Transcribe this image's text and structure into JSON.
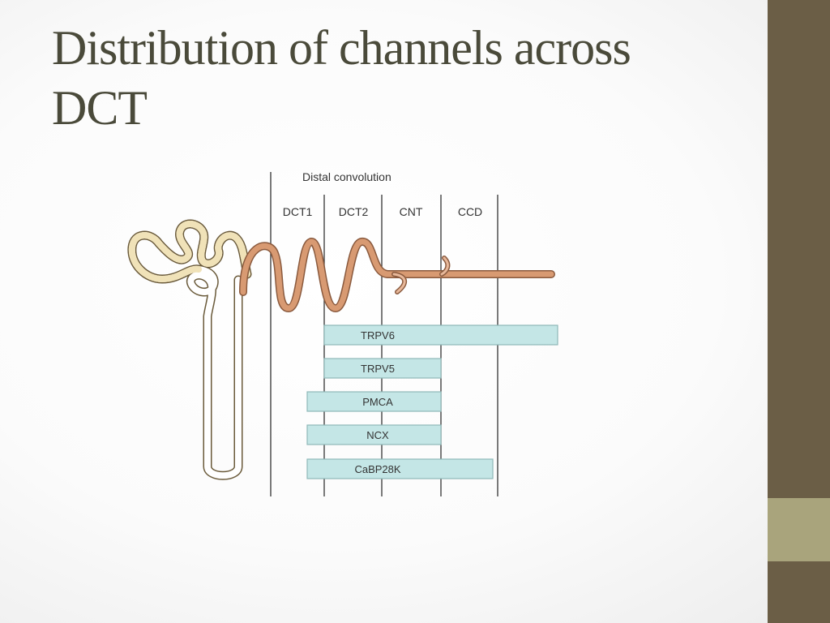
{
  "slide": {
    "title_line1": "Distribution of channels across",
    "title_line2": "DCT"
  },
  "diagram": {
    "header": "Distal convolution",
    "segments": [
      "DCT1",
      "DCT2",
      "CNT",
      "CCD"
    ],
    "bars": [
      "TRPV6",
      "TRPV5",
      "PMCA",
      "NCX",
      "CaBP28K"
    ],
    "colors": {
      "bar_fill": "#c4e6e6",
      "bar_stroke": "#8fb8b8",
      "tubule_dct": "#d4926a",
      "tubule_early": "#f0e2b8",
      "side_bar": "#6b5e46",
      "side_accent": "#a9a47c"
    }
  }
}
